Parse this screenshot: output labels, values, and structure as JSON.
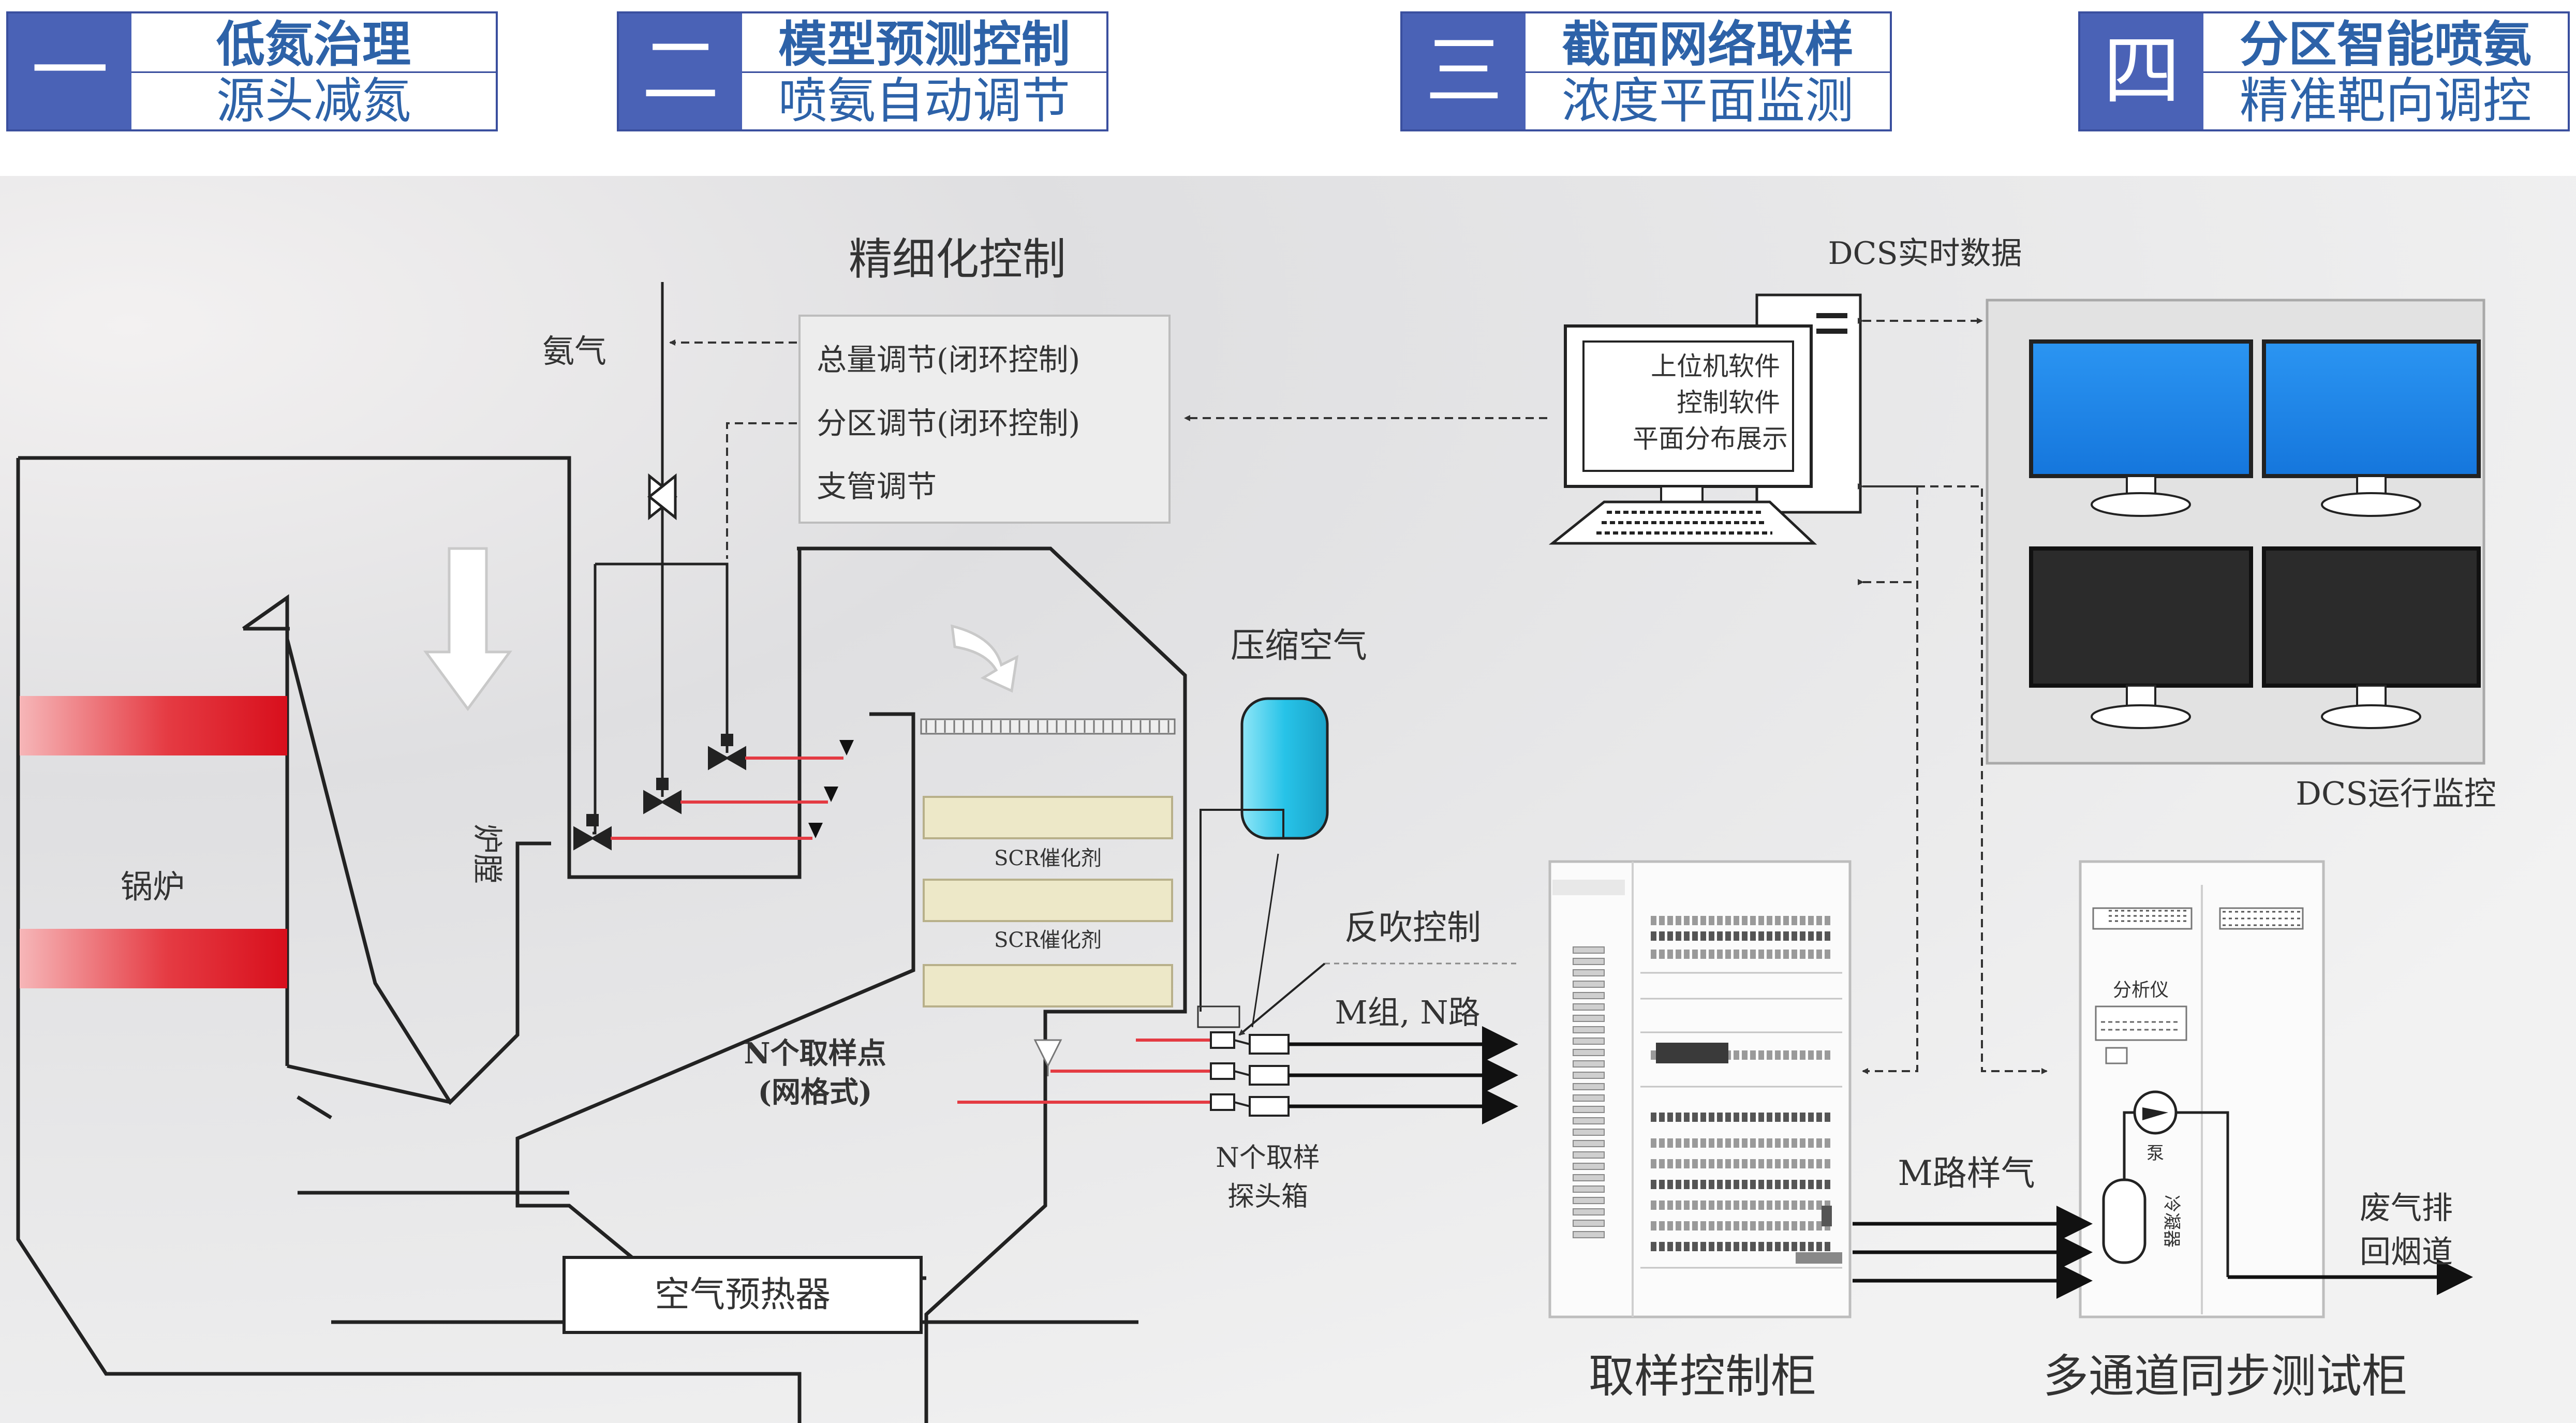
{
  "steps": [
    {
      "num": "一",
      "title": "低氮治理",
      "sub": "源头减氮"
    },
    {
      "num": "二",
      "title": "模型预测控制",
      "sub": "喷氨自动调节"
    },
    {
      "num": "三",
      "title": "截面网络取样",
      "sub": "浓度平面监测"
    },
    {
      "num": "四",
      "title": "分区智能喷氨",
      "sub": "精准靶向调控"
    }
  ],
  "diagram": {
    "fine_control_title": "精细化控制",
    "control_items": [
      "总量调节(闭环控制)",
      "分区调节(闭环控制)",
      "支管调节"
    ],
    "ammonia": "氨气",
    "boiler": "锅炉",
    "furnace": "炉膛",
    "catalyst_1": "SCR催化剂",
    "catalyst_2": "SCR催化剂",
    "compressed_air": "压缩空气",
    "blowback": "反吹控制",
    "m_groups": "M组, N路",
    "sampling_points_1": "N个取样点",
    "sampling_points_2": "(网格式)",
    "probe_box_1": "N个取样",
    "probe_box_2": "探头箱",
    "air_preheater": "空气预热器",
    "dcs_realtime": "DCS实时数据",
    "pc_lines": [
      "上位机软件",
      "控制软件",
      "平面分布展示"
    ],
    "dcs_monitor": "DCS运行监控",
    "m_sample_gas": "M路样气",
    "analyzer": "分析仪",
    "pump": "泵",
    "cooler": "冷凝器",
    "exhaust_1": "废气排",
    "exhaust_2": "回烟道",
    "sampling_cabinet": "取样控制柜",
    "multi_channel_cabinet": "多通道同步测试柜"
  },
  "colors": {
    "header_border": "#3a4f9e",
    "header_num_bg": "#4a62b6",
    "header_text": "#2d62a8",
    "red_band": "#e0202a",
    "monitor_blue": "#1e88ee",
    "tank_cyan": "#27c3e8"
  }
}
